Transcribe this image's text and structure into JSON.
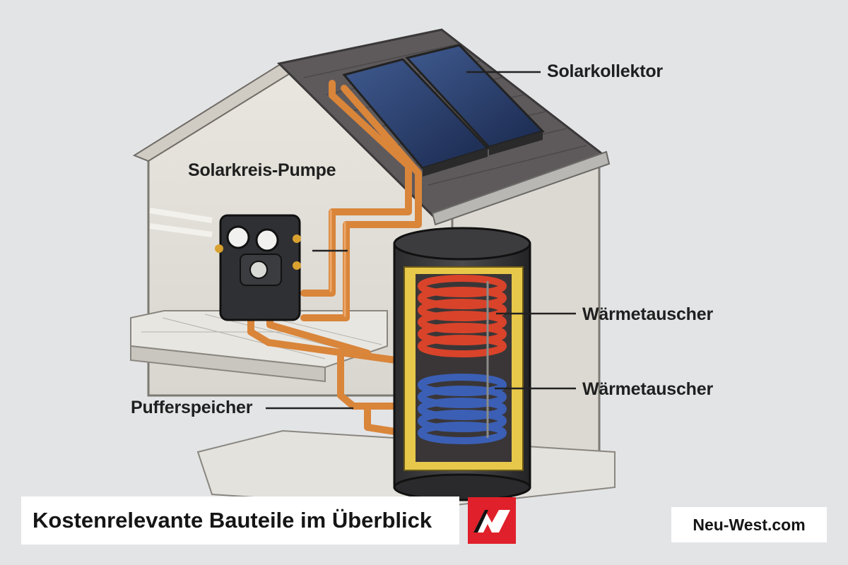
{
  "labels": {
    "solar_collector": "Solarkollektor",
    "solar_pump": "Solarkreis-Pumpe",
    "heat_exchanger_upper": "Wärmetauscher",
    "heat_exchanger_lower": "Wärmetauscher",
    "buffer_tank": "Pufferspeicher"
  },
  "footer": {
    "title": "Kostenrelevante Bauteile im Überblick",
    "site": "Neu-West.com"
  },
  "colors": {
    "background": "#e3e4e6",
    "brand_red": "#e0202a",
    "copper": "#d9853a",
    "hot_coil": "#d8432a",
    "cold_coil": "#3b5fb5",
    "insulation": "#e8c84a"
  },
  "icons": {
    "brand_logo": "neu-west-logo-icon"
  }
}
